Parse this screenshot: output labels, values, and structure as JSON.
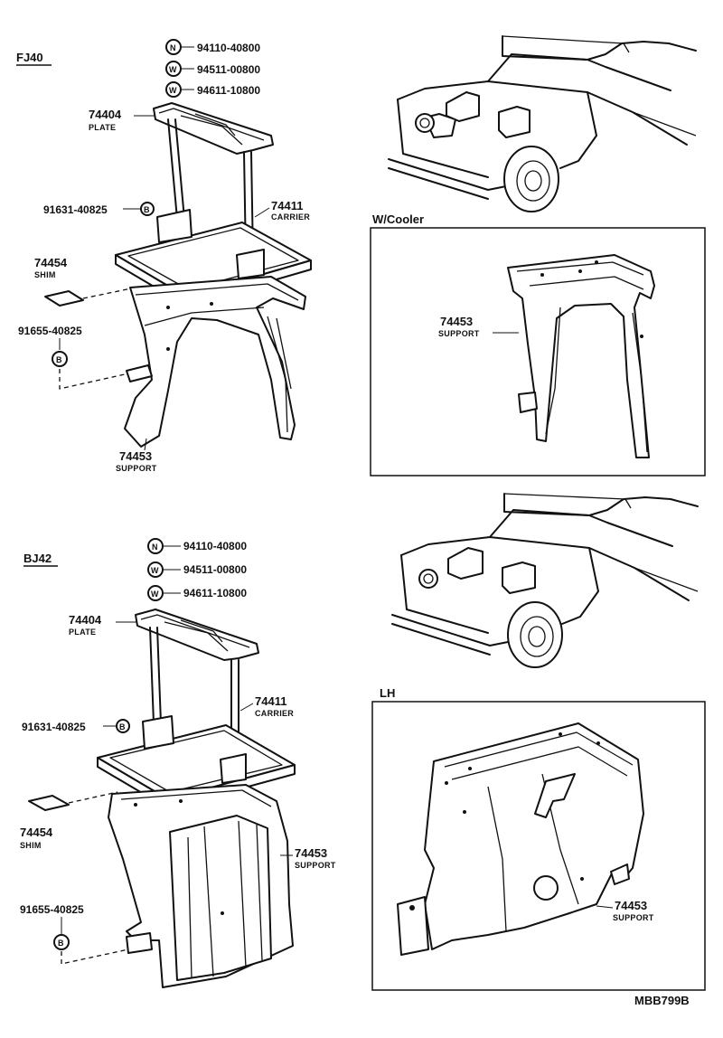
{
  "fj40": {
    "title": "FJ40",
    "nut": {
      "symbol": "N",
      "number": "94110-40800"
    },
    "washer1": {
      "symbol": "W",
      "number": "94511-00800"
    },
    "washer2": {
      "symbol": "W",
      "number": "94611-10800"
    },
    "plate": {
      "number": "74404",
      "name": "PLATE"
    },
    "bolt": {
      "symbol": "B",
      "number": "91631-40825"
    },
    "carrier": {
      "number": "74411",
      "name": "CARRIER"
    },
    "shim": {
      "number": "74454",
      "name": "SHIM"
    },
    "bolt2": {
      "symbol": "B",
      "number": "91655-40825"
    },
    "support": {
      "number": "74453",
      "name": "SUPPORT"
    }
  },
  "cooler": {
    "title": "W/Cooler",
    "support": {
      "number": "74453",
      "name": "SUPPORT"
    }
  },
  "bj42": {
    "title": "BJ42",
    "nut": {
      "symbol": "N",
      "number": "94110-40800"
    },
    "washer1": {
      "symbol": "W",
      "number": "94511-00800"
    },
    "washer2": {
      "symbol": "W",
      "number": "94611-10800"
    },
    "plate": {
      "number": "74404",
      "name": "PLATE"
    },
    "bolt": {
      "symbol": "B",
      "number": "91631-40825"
    },
    "carrier": {
      "number": "74411",
      "name": "CARRIER"
    },
    "shim": {
      "number": "74454",
      "name": "SHIM"
    },
    "bolt2": {
      "symbol": "B",
      "number": "91655-40825"
    },
    "support": {
      "number": "74453",
      "name": "SUPPORT"
    }
  },
  "lh": {
    "title": "LH",
    "support": {
      "number": "74453",
      "name": "SUPPORT"
    }
  },
  "figure_code": "MBB799B"
}
